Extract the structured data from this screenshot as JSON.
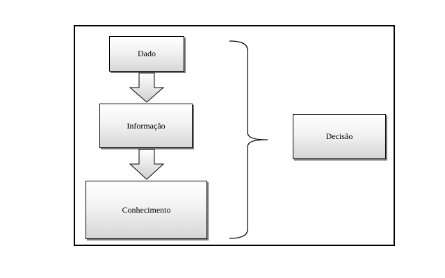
{
  "diagram": {
    "boxes": {
      "dado": "Dado",
      "informacao": "Informação",
      "conhecimento": "Conhecimento",
      "decisao": "Decisão"
    }
  }
}
